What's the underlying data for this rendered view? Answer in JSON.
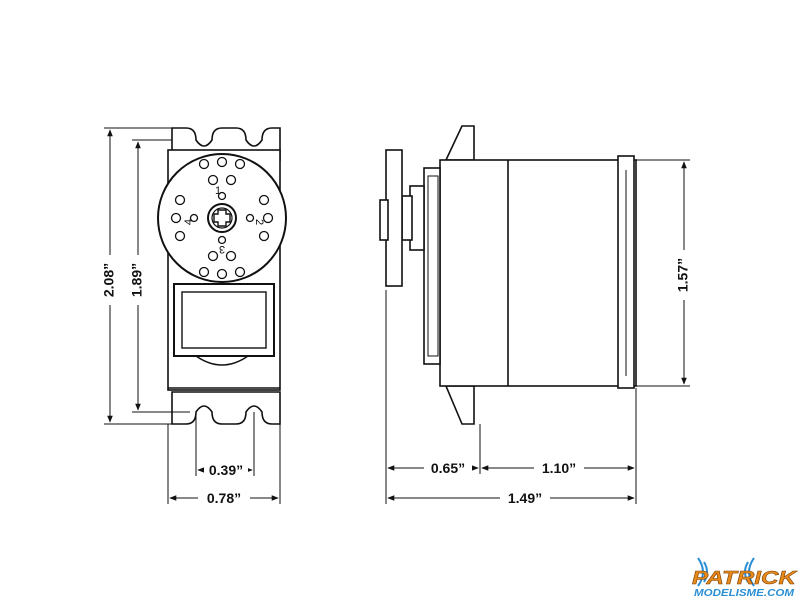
{
  "front_view": {
    "total_height": "2.08”",
    "body_height": "1.89”",
    "tab_hole_spacing": "0.39”",
    "body_width": "0.78”",
    "horn_labels": [
      "1",
      "2",
      "3",
      "4"
    ]
  },
  "side_view": {
    "height": "1.57”",
    "spline_offset": "0.65”",
    "case_depth": "1.10”",
    "total_depth": "1.49”"
  },
  "watermark": {
    "brand": "PATRICK",
    "site": "MODELISME.COM"
  }
}
